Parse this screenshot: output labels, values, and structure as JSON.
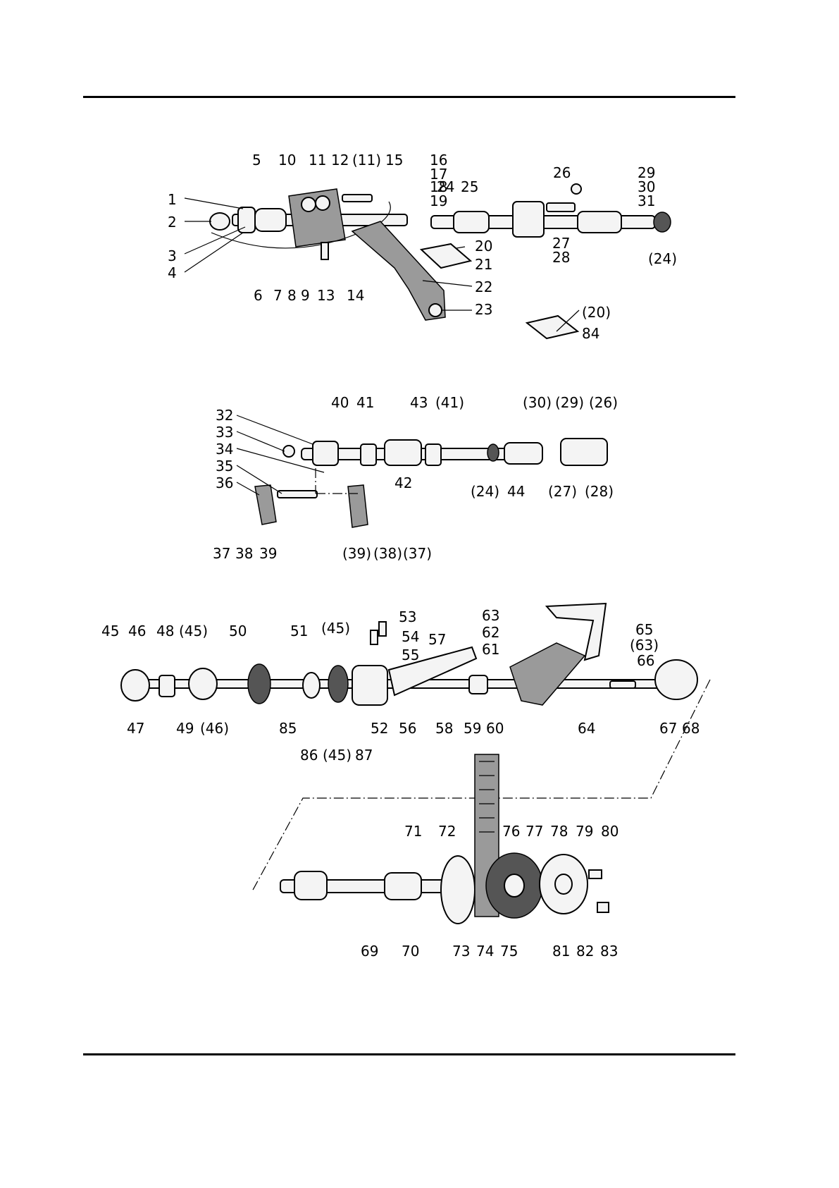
{
  "labels": {
    "a": [
      "5",
      "10",
      "11",
      "12",
      "(11)",
      "15",
      "16",
      "17",
      "18",
      "19",
      "1",
      "2",
      "3",
      "4",
      "6",
      "7",
      "8",
      "9",
      "13",
      "14",
      "24",
      "25",
      "26",
      "29",
      "30",
      "31",
      "27",
      "28",
      "(24)",
      "20",
      "21",
      "22",
      "23",
      "(20)",
      "84"
    ],
    "b": [
      "32",
      "33",
      "34",
      "35",
      "36",
      "37",
      "38",
      "39",
      "40",
      "41",
      "43",
      "(41)",
      "42",
      "(24)",
      "44",
      "(30)",
      "(29)",
      "(26)",
      "(27)",
      "(28)",
      "(39)",
      "(38)",
      "(37)"
    ],
    "c": [
      "45",
      "46",
      "48",
      "(45)",
      "50",
      "51",
      "(45)",
      "53",
      "54",
      "55",
      "57",
      "63",
      "62",
      "61",
      "65",
      "(63)",
      "66",
      "47",
      "49",
      "(46)",
      "85",
      "86",
      "(45)",
      "87",
      "52",
      "56",
      "58",
      "59",
      "60",
      "64",
      "67",
      "68"
    ],
    "d": [
      "71",
      "72",
      "76",
      "77",
      "78",
      "79",
      "80",
      "69",
      "70",
      "73",
      "74",
      "75",
      "81",
      "82",
      "83"
    ]
  }
}
